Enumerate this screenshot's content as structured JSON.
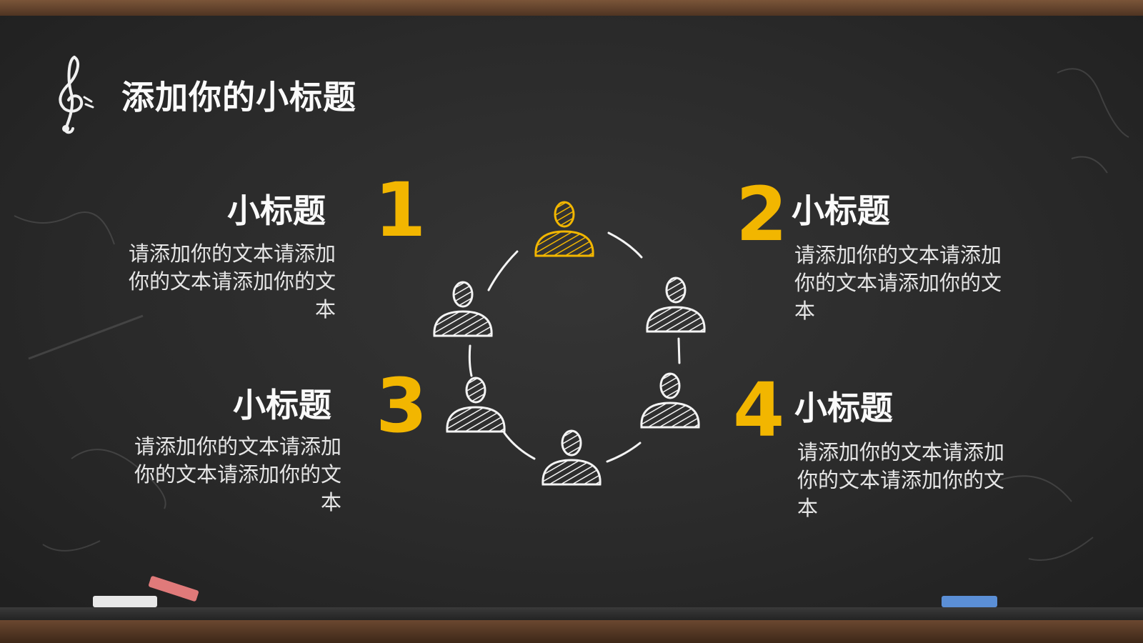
{
  "slide": {
    "title": "添加你的小标题",
    "accent_color": "#f2b600",
    "text_color": "#fafafa",
    "board_color": "#2a2a2a"
  },
  "items": [
    {
      "number": "1",
      "heading": "小标题",
      "text": "请添加你的文本请添加你的文本请添加你的文本"
    },
    {
      "number": "2",
      "heading": "小标题",
      "text": "请添加你的文本请添加你的文本请添加你的文本"
    },
    {
      "number": "3",
      "heading": "小标题",
      "text": "请添加你的文本请添加你的文本请添加你的文本"
    },
    {
      "number": "4",
      "heading": "小标题",
      "text": "请添加你的文本请添加你的文本请添加你的文本"
    }
  ],
  "icons": {
    "clef": "treble-clef-icon",
    "person": "person-icon"
  }
}
